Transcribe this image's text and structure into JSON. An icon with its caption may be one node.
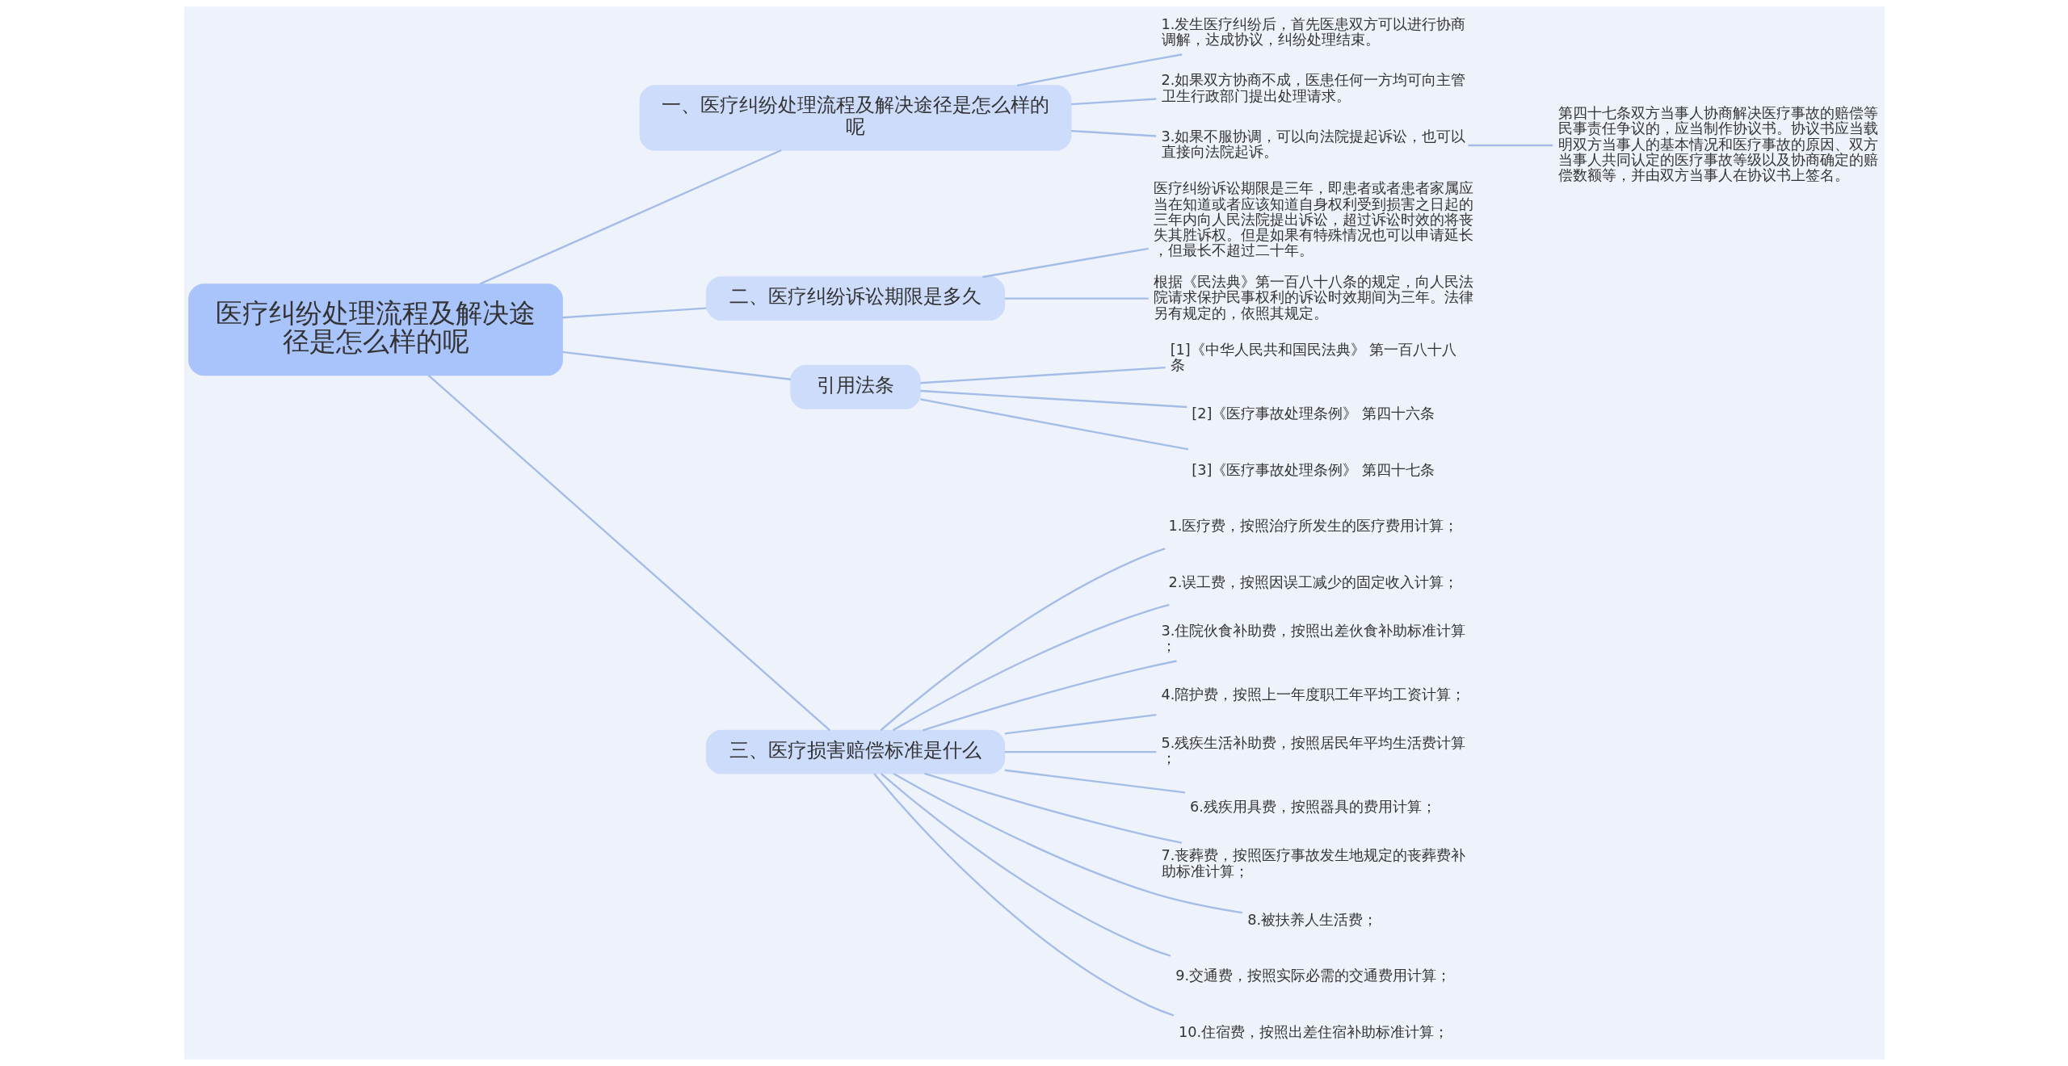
{
  "diagram": {
    "nodes": [
      {
        "text": [
          "医疗纠纷处理流程及解决途径是怎么样的呢"
        ]
      },
      {
        "text": [
          "一、医疗纠纷处理流程及解决途径是怎么样的呢"
        ]
      },
      {
        "text": [
          "1.发生医疗纠纷后，首先医患双方可以进行协商调解，达成协议，纠纷处理结束。"
        ]
      },
      {
        "text": [
          "2.如果双方协商不成，医患任何一方均可向主管卫生行政部门提出处理请求。"
        ]
      },
      {
        "text": [
          "3.如果不服协调，可以向法院提起诉讼，也可以直接向法院起诉。"
        ]
      },
      {
        "text": [
          "第四十七条双方当事人协商解决医疗事故的赔偿等民事责任争议的，应当制作协议书。协议书应当载明双方当事人的基本情况和医疗事故的原因、双方当事人共同认定的医疗事故等级以及协商确定的赔偿数额等，并由双方当事人在协议书上签名。"
        ]
      },
      {
        "text": [
          "二、医疗纠纷诉讼期限是多久"
        ]
      },
      {
        "text": [
          "医疗纠纷诉讼期限是三年，即患者或者患者家属应当在知道或者应该知道自身权利受到损害之日起的三年内向人民法院提出诉讼，超过诉讼时效的将丧失其胜诉权。但是如果有特殊情况也可以申请延长，但最长不超过二十年。"
        ]
      },
      {
        "text": [
          "根据《民法典》第一百八十八条的规定，向人民法院请求保护民事权利的诉讼时效期间为三年。法律另有规定的，依照其规定。"
        ]
      },
      {
        "text": [
          "引用法条"
        ]
      },
      {
        "text": [
          "[1]《中华人民共和国民法典》 第一百八十八条"
        ]
      },
      {
        "text": [
          "[2]《医疗事故处理条例》 第四十六条"
        ]
      },
      {
        "text": [
          "[3]《医疗事故处理条例》 第四十七条"
        ]
      },
      {
        "text": [
          "三、医疗损害赔偿标准是什么"
        ]
      },
      {
        "text": [
          "1.医疗费，按照治疗所发生的医疗费用计算；"
        ]
      },
      {
        "text": [
          "2.误工费，按照因误工减少的固定收入计算；"
        ]
      },
      {
        "text": [
          "3.住院伙食补助费，按照出差伙食补助标准计算；"
        ]
      },
      {
        "text": [
          "4.陪护费，按照上一年度职工年平均工资计算；"
        ]
      },
      {
        "text": [
          "5.残疾生活补助费，按照居民年平均生活费计算；"
        ]
      },
      {
        "text": [
          "6.残疾用具费，按照器具的费用计算；"
        ]
      },
      {
        "text": [
          "7.丧葬费，按照医疗事故发生地规定的丧葬费补助标准计算；"
        ]
      },
      {
        "text": [
          "8.被扶养人生活费；"
        ]
      },
      {
        "text": [
          "9.交通费，按照实际必需的交通费用计算；"
        ]
      },
      {
        "text": [
          "10.住宿费，按照出差住宿补助标准计算；"
        ]
      }
    ],
    "edges": [
      {
        "from": 0,
        "to": 1,
        "arrow": "none"
      },
      {
        "from": 1,
        "to": 2,
        "arrow": "none"
      },
      {
        "from": 1,
        "to": 3,
        "arrow": "none"
      },
      {
        "from": 1,
        "to": 4,
        "arrow": "none"
      },
      {
        "from": 4,
        "to": 5,
        "arrow": "none"
      },
      {
        "from": 0,
        "to": 6,
        "arrow": "none"
      },
      {
        "from": 6,
        "to": 7,
        "arrow": "none"
      },
      {
        "from": 6,
        "to": 8,
        "arrow": "none"
      },
      {
        "from": 0,
        "to": 9,
        "arrow": "none"
      },
      {
        "from": 9,
        "to": 10,
        "arrow": "none"
      },
      {
        "from": 9,
        "to": 11,
        "arrow": "none"
      },
      {
        "from": 9,
        "to": 12,
        "arrow": "none"
      },
      {
        "from": 0,
        "to": 13,
        "arrow": "none"
      },
      {
        "from": 13,
        "to": 14,
        "arrow": "none"
      },
      {
        "from": 13,
        "to": 15,
        "arrow": "none"
      },
      {
        "from": 13,
        "to": 16,
        "arrow": "none"
      },
      {
        "from": 13,
        "to": 17,
        "arrow": "none"
      },
      {
        "from": 13,
        "to": 18,
        "arrow": "none"
      },
      {
        "from": 13,
        "to": 19,
        "arrow": "none"
      },
      {
        "from": 13,
        "to": 20,
        "arrow": "none"
      },
      {
        "from": 13,
        "to": 21,
        "arrow": "none"
      },
      {
        "from": 13,
        "to": 22,
        "arrow": "none"
      },
      {
        "from": 13,
        "to": 23,
        "arrow": "none"
      }
    ]
  }
}
